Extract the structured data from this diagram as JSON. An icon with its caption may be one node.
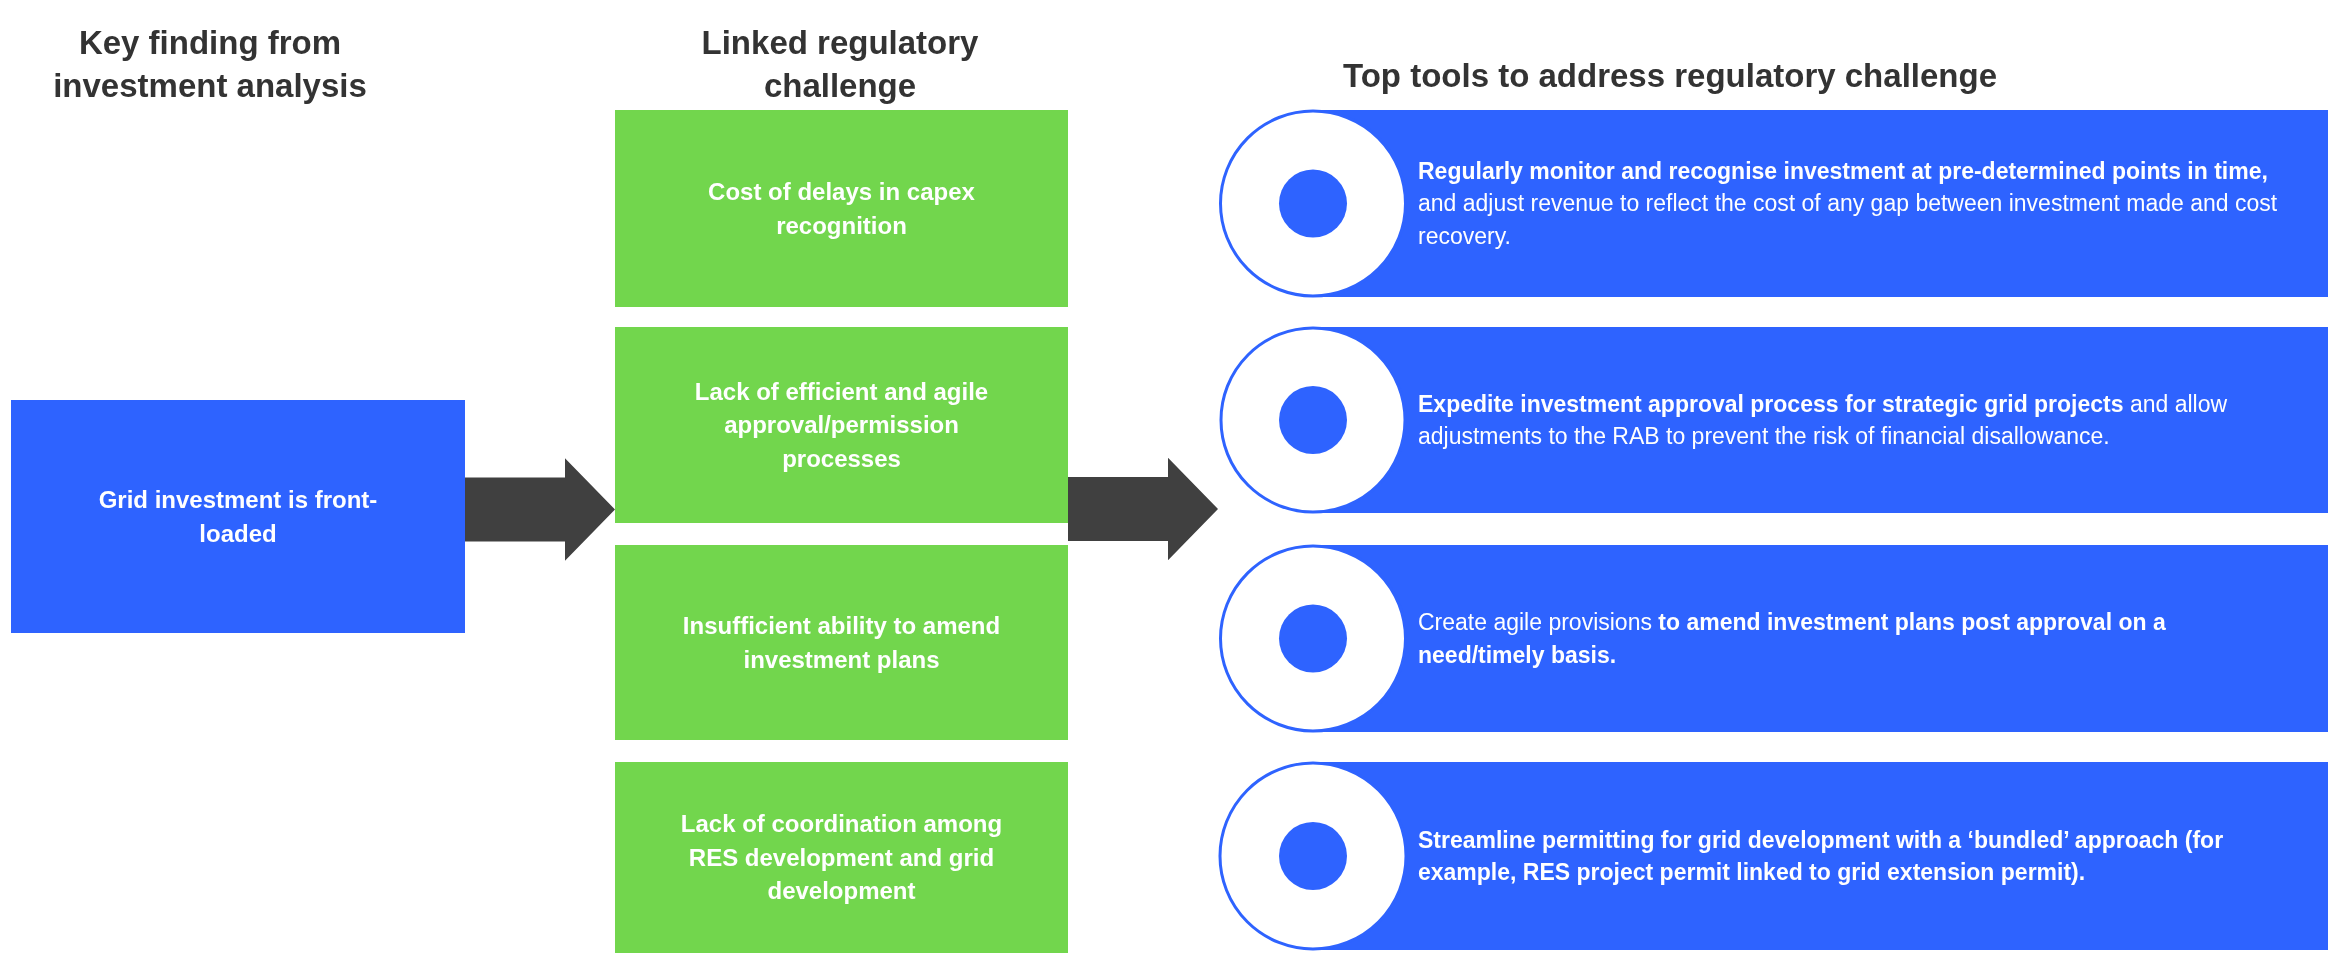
{
  "diagram": {
    "nodes": [
      {
        "text": [
          "Grid investment is front-loaded"
        ]
      },
      {
        "text": [
          "Cost of delays in capex recognition"
        ]
      },
      {
        "text": [
          "Lack of efficient and agile approval/permission processes"
        ]
      },
      {
        "text": [
          "Insufficient ability to amend investment plans"
        ]
      },
      {
        "text": [
          "Lack of coordination among RES development and grid development"
        ]
      },
      {
        "text": [
          "**Regularly monitor and recognise investment at pre-determined points in time,** and adjust revenue to reflect the cost of any gap between investment made and cost recovery."
        ]
      },
      {
        "text": [
          "**Expedite investment approval process for strategic grid projects** and allow adjustments to the RAB to prevent the risk of financial disallowance."
        ]
      },
      {
        "text": [
          "Create agile provisions **to amend investment plans post approval on a need/timely basis.**"
        ]
      },
      {
        "text": [
          "**Streamline permitting for grid development with a ‘bundled’ approach (for example, RES project permit linked to grid extension permit).**"
        ]
      }
    ],
    "edges": [
      {
        "from": 0,
        "to": 2,
        "arrow": "to",
        "style": "thick"
      },
      {
        "from": 2,
        "to": 6,
        "arrow": "to",
        "style": "thick"
      }
    ],
    "labels": [
      "Key finding from investment analysis",
      "Linked regulatory challenge",
      "Top tools to address regulatory challenge"
    ]
  }
}
